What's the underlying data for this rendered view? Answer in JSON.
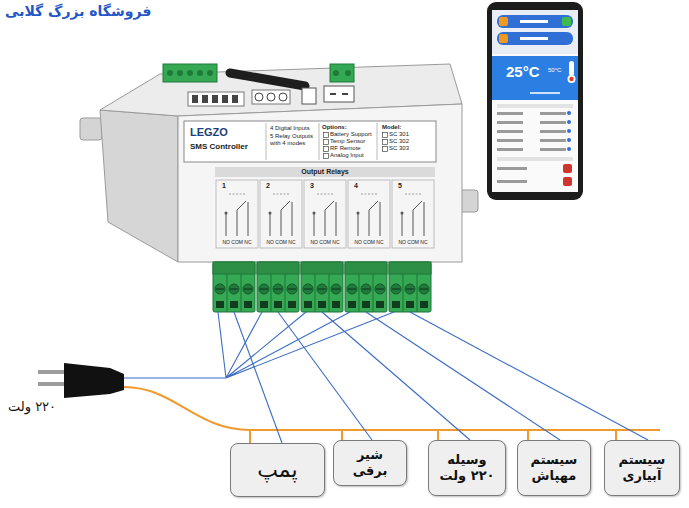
{
  "diagram": {
    "nodes": [
      {
        "text": [
          "LEGZO",
          "SMS Controller",
          "4 Digital Inputs",
          "5 Relay Outputs with 4 modes",
          "Options:",
          "Battery Support",
          "Temp Sensor",
          "RF Remote",
          "Analog Input",
          "Model:",
          "SC 301",
          "SC 302",
          "SC 303",
          "Output Relays",
          "1",
          "NO COM NC",
          "2",
          "NO COM NC",
          "3",
          "NO COM NC",
          "4",
          "NO COM NC",
          "5",
          "NO COM NC"
        ]
      },
      {
        "text": [
          "پمپ"
        ]
      },
      {
        "text": [
          "شیر برقی"
        ]
      },
      {
        "text": [
          "وسیله ۲۲۰ ولت"
        ]
      },
      {
        "text": [
          "سیستم مهپاش"
        ]
      },
      {
        "text": [
          "سیستم آبیاری"
        ]
      }
    ],
    "edges": [
      {
        "from": 0,
        "to": 1,
        "arrow": "none"
      },
      {
        "from": 0,
        "to": 2,
        "arrow": "none"
      },
      {
        "from": 0,
        "to": 3,
        "arrow": "none"
      },
      {
        "from": 0,
        "to": 4,
        "arrow": "none"
      },
      {
        "from": 0,
        "to": 5,
        "arrow": "none"
      }
    ],
    "labels": [
      "فروشگاه بزرگ گلابی",
      "25°C",
      "50°C",
      "۲۲۰ ولت"
    ]
  }
}
